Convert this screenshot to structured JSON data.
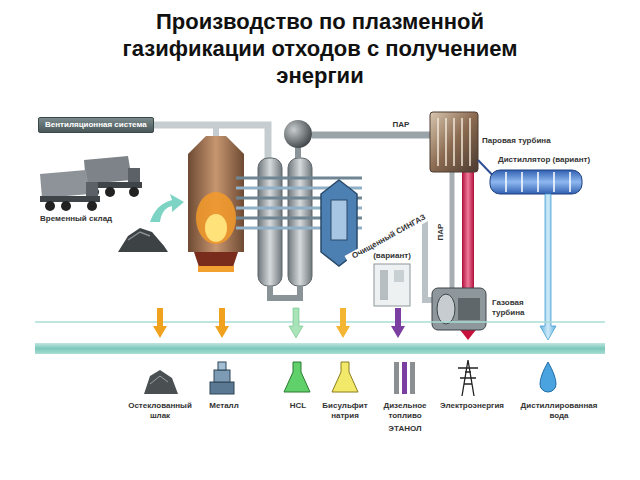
{
  "diagram": {
    "title": "Производство по плазменной газификации отходов с получением энергии",
    "nodes": [
      {
        "text": [
          "Вентиляционная система"
        ]
      }
    ],
    "labels": [
      "Временный склад",
      "ПАР",
      "Паровая турбина",
      "Дистиллятор (вариант)",
      "Очищенный СИНГАЗ",
      "(вариант)",
      "ПАР",
      "Газовая турбина",
      "Остеклованный шлак",
      "Металл",
      "HCL",
      "Бисульфит натрия",
      "Дизельное топливо",
      "ЭТАНОЛ",
      "Электроэнергия",
      "Дистиллированная вода"
    ]
  }
}
